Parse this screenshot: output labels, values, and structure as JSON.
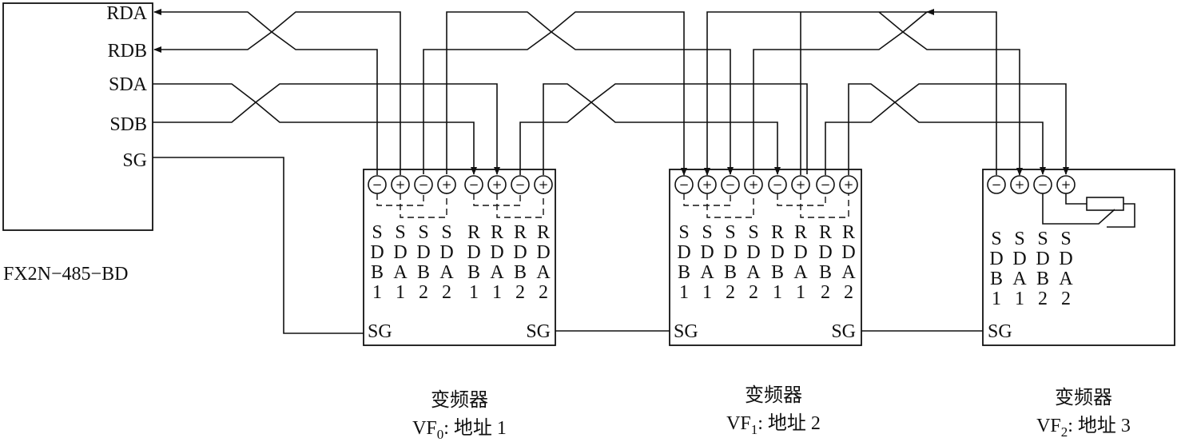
{
  "plc": {
    "terminals": [
      "RDA",
      "RDB",
      "SDA",
      "SDB",
      "SG"
    ],
    "model": "FX2N−485−BD"
  },
  "inverters": [
    {
      "title": "变频器",
      "id_main": "VF",
      "id_sub": "0",
      "address": ": 地址 1",
      "terminal_marks": [
        "−",
        "+",
        "−",
        "+",
        "−",
        "+",
        "−",
        "+"
      ],
      "columns": [
        [
          "S",
          "D",
          "B",
          "1"
        ],
        [
          "S",
          "D",
          "A",
          "1"
        ],
        [
          "S",
          "D",
          "B",
          "2"
        ],
        [
          "S",
          "D",
          "A",
          "2"
        ],
        [
          "R",
          "D",
          "B",
          "1"
        ],
        [
          "R",
          "D",
          "A",
          "1"
        ],
        [
          "R",
          "D",
          "B",
          "2"
        ],
        [
          "R",
          "D",
          "A",
          "2"
        ]
      ],
      "sg_left": "SG",
      "sg_right": "SG"
    },
    {
      "title": "变频器",
      "id_main": "VF",
      "id_sub": "1",
      "address": ": 地址 2",
      "terminal_marks": [
        "−",
        "+",
        "−",
        "+",
        "−",
        "+",
        "−",
        "+"
      ],
      "columns": [
        [
          "S",
          "D",
          "B",
          "1"
        ],
        [
          "S",
          "D",
          "A",
          "1"
        ],
        [
          "S",
          "D",
          "B",
          "2"
        ],
        [
          "S",
          "D",
          "A",
          "2"
        ],
        [
          "R",
          "D",
          "B",
          "1"
        ],
        [
          "R",
          "D",
          "A",
          "1"
        ],
        [
          "R",
          "D",
          "B",
          "2"
        ],
        [
          "R",
          "D",
          "A",
          "2"
        ]
      ],
      "sg_left": "SG",
      "sg_right": "SG"
    },
    {
      "title": "变频器",
      "id_main": "VF",
      "id_sub": "2",
      "address": ": 地址 3",
      "terminal_marks": [
        "−",
        "+",
        "−",
        "+"
      ],
      "columns": [
        [
          "S",
          "D",
          "B",
          "1"
        ],
        [
          "S",
          "D",
          "A",
          "1"
        ],
        [
          "S",
          "D",
          "B",
          "2"
        ],
        [
          "S",
          "D",
          "A",
          "2"
        ]
      ],
      "sg_left": "SG"
    }
  ]
}
